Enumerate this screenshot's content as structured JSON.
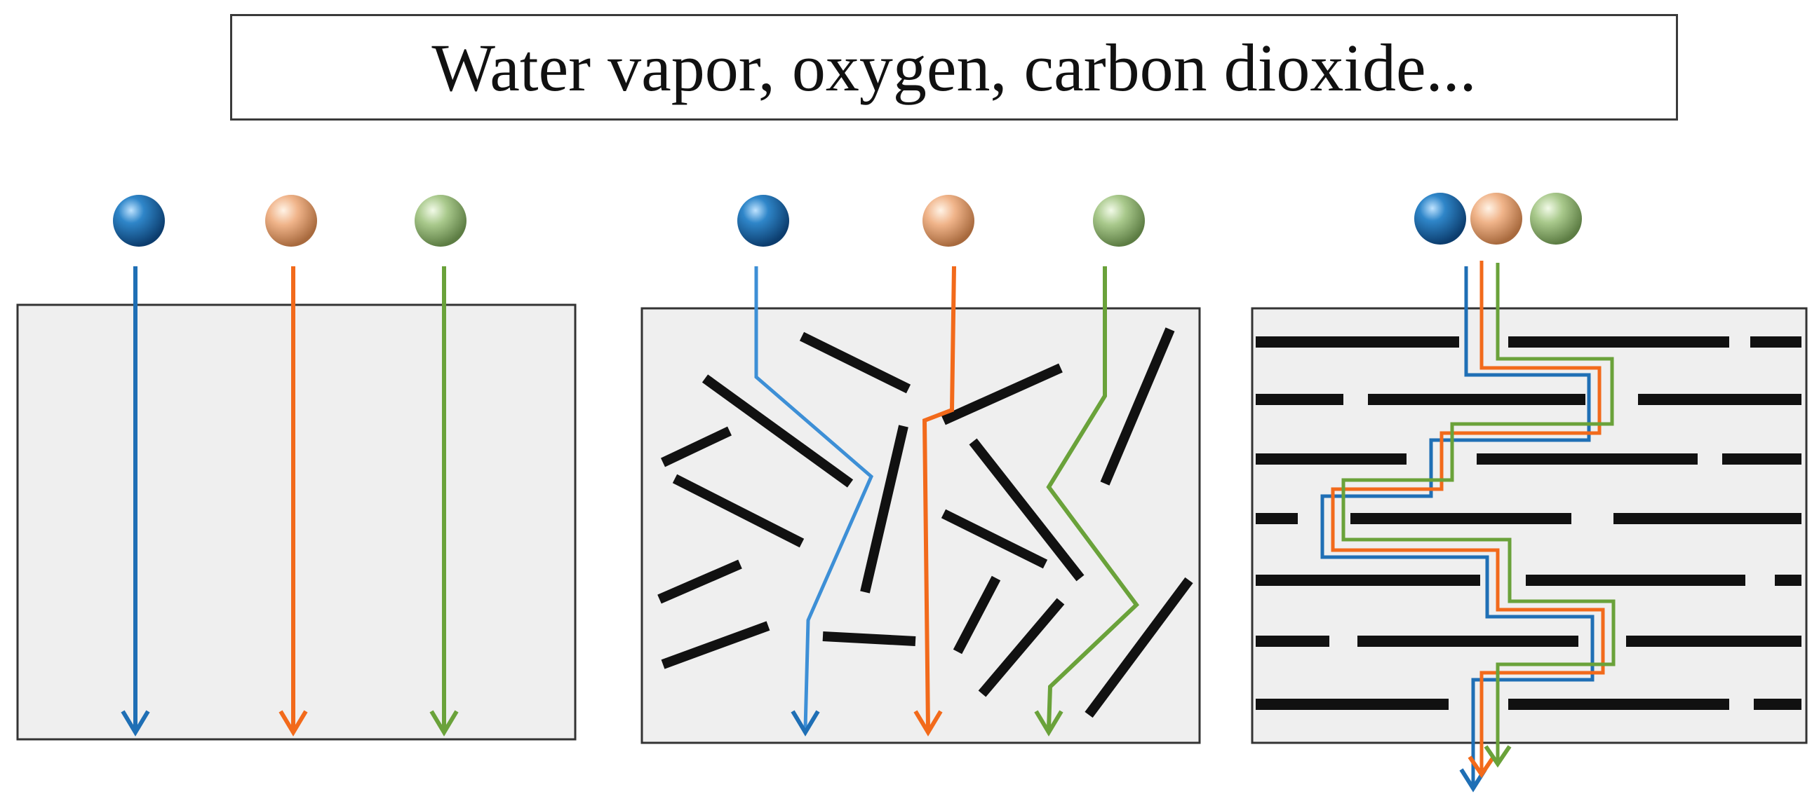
{
  "title": "Water vapor, oxygen, carbon dioxide...",
  "colors": {
    "water_vapor": "#1f6fb5",
    "oxygen": "#f26a1b",
    "carbon_dioxide": "#6aa23a",
    "platelet": "#111111",
    "film_fill": "#efefef",
    "film_border": "#333333",
    "path_light_blue": "#3d8fd6"
  },
  "panels": [
    {
      "id": "pure-film",
      "molecules": [
        "water_vapor",
        "oxygen",
        "carbon_dioxide"
      ]
    },
    {
      "id": "random-filler-film",
      "molecules": [
        "water_vapor",
        "oxygen",
        "carbon_dioxide"
      ]
    },
    {
      "id": "aligned-filler-film",
      "molecules": [
        "water_vapor",
        "oxygen",
        "carbon_dioxide"
      ]
    }
  ]
}
